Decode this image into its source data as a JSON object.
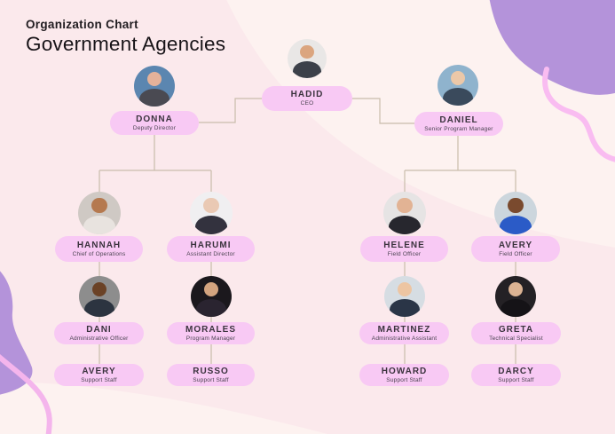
{
  "header": {
    "title": "Organization Chart",
    "subtitle": "Government Agencies"
  },
  "colors": {
    "background": "#fbe9ec",
    "band": "#fdf2f0",
    "pill": "#f8c9f4",
    "name_text": "#3a333d",
    "role_text": "#4a4350",
    "connector": "#c9bdab",
    "blob_purple": "#b493da",
    "squiggle_pink": "#f9bcf1",
    "squiggle_pink_bl": "#f4b5ec"
  },
  "people": [
    {
      "name": "HADID",
      "role": "CEO",
      "manager": null,
      "avatar": {
        "bg": "#e9e7e6",
        "suit": "#3c4049",
        "skin": "#dba57f"
      }
    },
    {
      "name": "DONNA",
      "role": "Deputy Director",
      "manager": "HADID",
      "avatar": {
        "bg": "#5b86b0",
        "suit": "#4a4a52",
        "skin": "#e4b29a"
      }
    },
    {
      "name": "DANIEL",
      "role": "Senior Program Manager",
      "manager": "HADID",
      "avatar": {
        "bg": "#8fb3cd",
        "suit": "#3a4a5c",
        "skin": "#ecc8a8"
      }
    },
    {
      "name": "HANNAH",
      "role": "Chief of Operations",
      "manager": "DONNA",
      "avatar": {
        "bg": "#cfc9c4",
        "suit": "#e8e3df",
        "skin": "#b5794f"
      }
    },
    {
      "name": "HARUMI",
      "role": "Assistant Director",
      "manager": "DONNA",
      "avatar": {
        "bg": "#f0eff1",
        "suit": "#33323e",
        "skin": "#eac9b4"
      }
    },
    {
      "name": "HELENE",
      "role": "Field Officer",
      "manager": "DANIEL",
      "avatar": {
        "bg": "#e6e4e4",
        "suit": "#27272e",
        "skin": "#e2b394"
      }
    },
    {
      "name": "AVERY",
      "role": "Field Officer",
      "manager": "DANIEL",
      "avatar": {
        "bg": "#ccd6dd",
        "suit": "#2b5bc7",
        "skin": "#7a4a2e"
      }
    },
    {
      "name": "DANI",
      "role": "Administrative Officer",
      "manager": "HANNAH",
      "avatar": {
        "bg": "#8d8d8d",
        "suit": "#2c3440",
        "skin": "#6b4226"
      }
    },
    {
      "name": "MORALES",
      "role": "Program Manager",
      "manager": "HARUMI",
      "avatar": {
        "bg": "#1b181d",
        "suit": "#2a2430",
        "skin": "#d3a47f"
      }
    },
    {
      "name": "MARTINEZ",
      "role": "Administrative Assistant",
      "manager": "HELENE",
      "avatar": {
        "bg": "#d6dde3",
        "suit": "#2a3547",
        "skin": "#edc5a2"
      }
    },
    {
      "name": "GRETA",
      "role": "Technical Specialist",
      "manager": "AVERY",
      "avatar": {
        "bg": "#242125",
        "suit": "#151317",
        "skin": "#dcb393"
      }
    },
    {
      "name": "AVERY",
      "role": "Support Staff",
      "manager": "DANI",
      "avatar": null
    },
    {
      "name": "RUSSO",
      "role": "Support Staff",
      "manager": "MORALES",
      "avatar": null
    },
    {
      "name": "HOWARD",
      "role": "Support Staff",
      "manager": "MARTINEZ",
      "avatar": null
    },
    {
      "name": "DARCY",
      "role": "Support Staff",
      "manager": "GRETA",
      "avatar": null
    }
  ]
}
